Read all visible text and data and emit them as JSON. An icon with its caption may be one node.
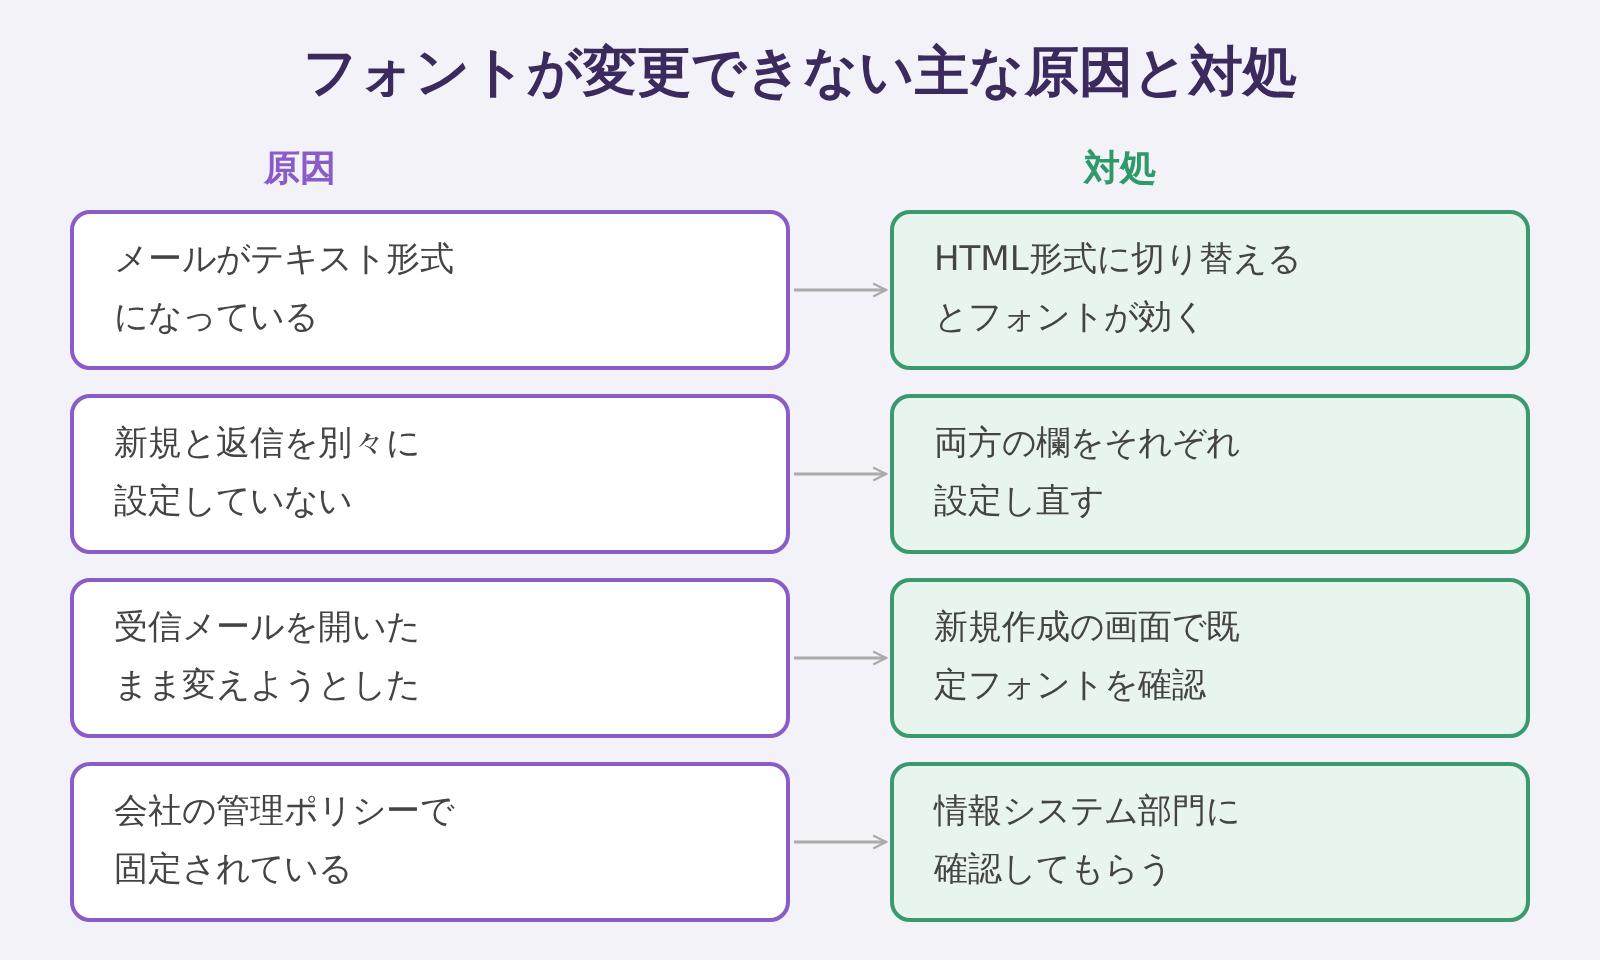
{
  "diagram": {
    "title": "フォントが変更できない主な原因と対処",
    "nodes": [
      {
        "text": [
          "メールがテキスト形式になっている"
        ]
      },
      {
        "text": [
          "HTML形式に切り替えるとフォントが効く"
        ]
      },
      {
        "text": [
          "新規と返信を別々に設定していない"
        ]
      },
      {
        "text": [
          "両方の欄をそれぞれ設定し直す"
        ]
      },
      {
        "text": [
          "受信メールを開いたまま変えようとした"
        ]
      },
      {
        "text": [
          "新規作成の画面で既定フォントを確認"
        ]
      },
      {
        "text": [
          "会社の管理ポリシーで固定されている"
        ]
      },
      {
        "text": [
          "情報システム部門に確認してもらう"
        ]
      }
    ],
    "edges": [
      {
        "from": 0,
        "to": 1,
        "arrow": "to"
      },
      {
        "from": 2,
        "to": 3,
        "arrow": "to"
      },
      {
        "from": 4,
        "to": 5,
        "arrow": "to"
      },
      {
        "from": 6,
        "to": 7,
        "arrow": "to"
      }
    ],
    "labels": [
      "原因",
      "対処"
    ]
  }
}
